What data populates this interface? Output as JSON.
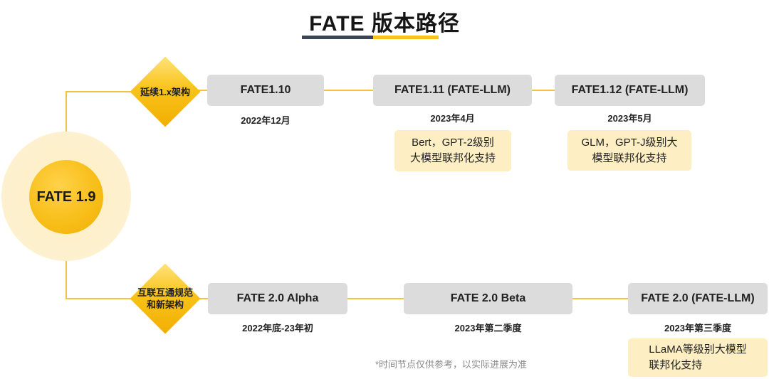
{
  "title": "FATE 版本路径",
  "center": {
    "label": "FATE 1.9"
  },
  "branches": [
    {
      "label": "延续1.x架构",
      "versions": [
        {
          "name": "FATE1.10",
          "date": "2022年12月"
        },
        {
          "name": "FATE1.11 (FATE-LLM)",
          "date": "2023年4月",
          "note_lines": [
            "Bert，GPT-2级别",
            "大模型联邦化支持"
          ]
        },
        {
          "name": "FATE1.12 (FATE-LLM)",
          "date": "2023年5月",
          "note_lines": [
            "GLM，GPT-J级别大",
            "模型联邦化支持"
          ]
        }
      ]
    },
    {
      "label_lines": [
        "互联互通规范",
        "和新架构"
      ],
      "versions": [
        {
          "name": "FATE 2.0 Alpha",
          "date": "2022年底-23年初"
        },
        {
          "name": "FATE 2.0 Beta",
          "date": "2023年第二季度"
        },
        {
          "name": "FATE 2.0 (FATE-LLM)",
          "date": "2023年第三季度",
          "note_lines": [
            "LLaMA等级别大模型",
            "联邦化支持"
          ]
        }
      ]
    }
  ],
  "footnote": "*时间节点仅供参考，以实际进展为准",
  "colors": {
    "accent": "#f8c31a",
    "box": "#dcdcdc",
    "note": "#fdeec4",
    "title_bar_dark": "#3b4556"
  }
}
